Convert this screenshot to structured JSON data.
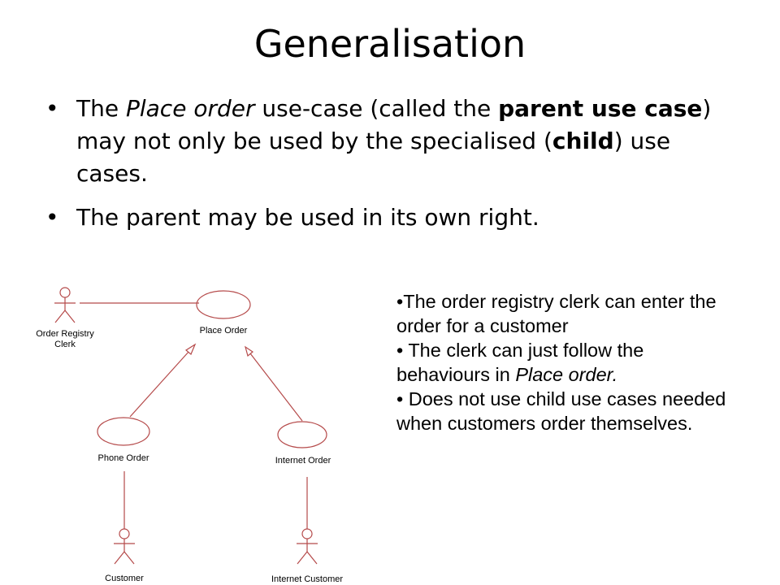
{
  "slide": {
    "title": "Generalisation",
    "bullet1": {
      "t1": "The ",
      "t2": "Place order",
      "t3": " use-case (called the ",
      "t4": "parent use case",
      "t5": ") may not only be used by the specialised (",
      "t6": "child",
      "t7": ") use cases."
    },
    "bullet2": "The parent may be used in its own right."
  },
  "diagram": {
    "actors": {
      "order_registry_clerk": [
        "Order Registry",
        "Clerk"
      ],
      "customer": "Customer",
      "internet_customer": "Internet Customer"
    },
    "use_cases": {
      "place_order": "Place Order",
      "phone_order": "Phone Order",
      "internet_order": "Internet Order"
    }
  },
  "notes": {
    "n1": "•The order registry clerk can enter the order for a customer",
    "n2a": "• The clerk can just follow the behaviours in ",
    "n2b": "Place order.",
    "n3": "• Does not use child use cases needed when customers order themselves."
  },
  "colors": {
    "line": "#b54a4a",
    "text": "#000000",
    "background": "#ffffff"
  }
}
